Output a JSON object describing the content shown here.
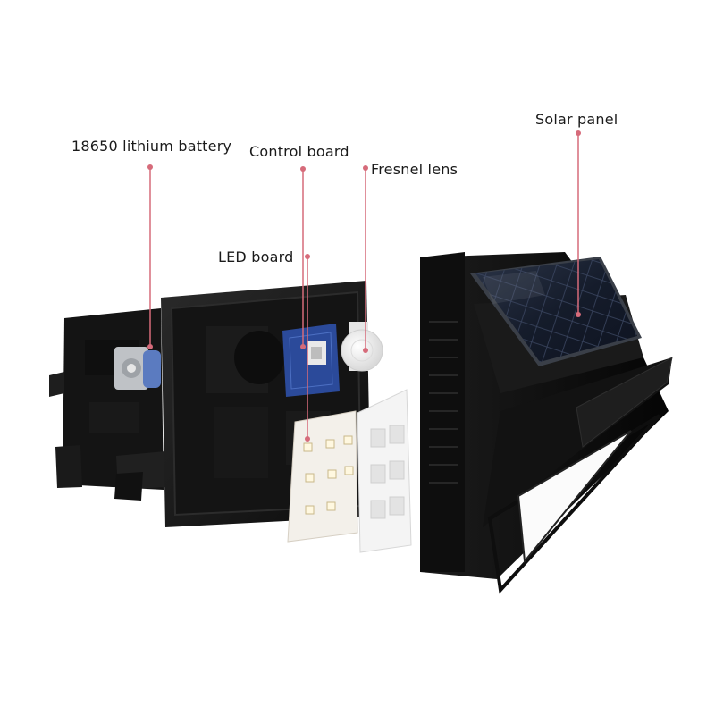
{
  "labels": {
    "battery": "18650 lithium battery",
    "control_board": "Control board",
    "fresnel_lens": "Fresnel lens",
    "led_board": "LED board",
    "solar_panel": "Solar panel"
  },
  "colors": {
    "callout": "#d66b7a",
    "housing": "#151515",
    "solar_cell": "#1b2233",
    "pcb": "#2b4a9a",
    "led_board": "#f3f0ea",
    "reflector": "#f4f4f4"
  }
}
